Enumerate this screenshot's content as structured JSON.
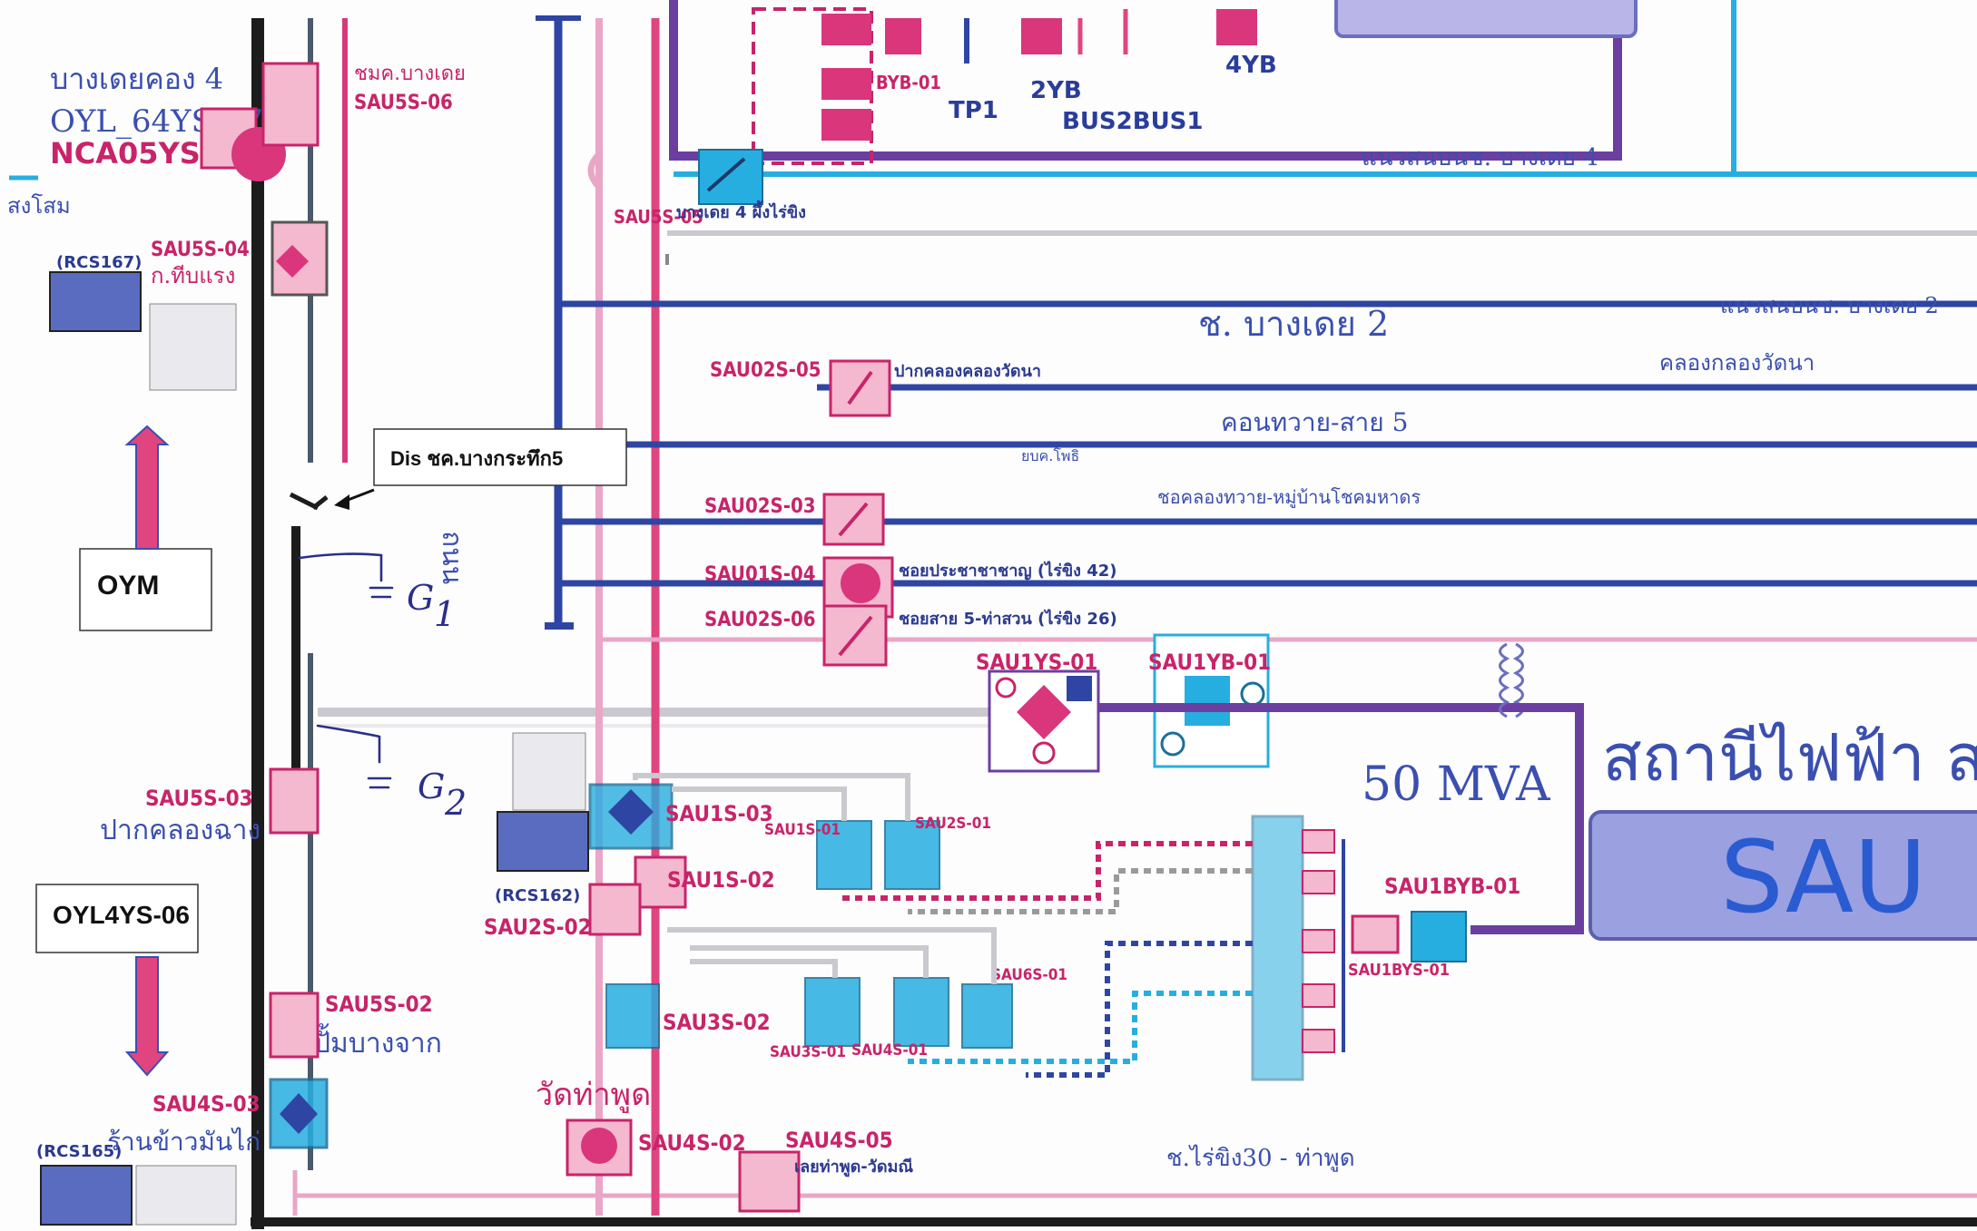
{
  "labels": {
    "oyl4ys07": "OYL_64YS-07",
    "nca05ys06": "NCA05YS-06",
    "thai_top_left": "บางเดยคอง 4",
    "thai_left_mid": "สงโสม",
    "rcs167": "(RCS167)",
    "sau5s04": "SAU5S-04",
    "sau5s04_thai": "ก.ทีบแรง",
    "sau5s06": "SAU5S-06",
    "sau5s06_thai": "ชมค.บางเดย",
    "sau5s05": "SAU5S-05",
    "sau5s05_thai": "บางเดย 4 ผึ้งไร่ขิง",
    "tp1": "TP1",
    "yb2": "2YB",
    "yb4": "4YB",
    "bus2bus1": "BUS2BUS1",
    "byb01": "BYB-01",
    "feeder_b4": "แนวสนบนช. บางเดย 4",
    "feeder_b2_label": "ช. บางเดย 2",
    "feeder_b2_right": "แนวสนบนช. บางเดย 2",
    "sau2s05": "SAU02S-05",
    "sau2s05_thai": "ปากคลองคลองวัดนา",
    "feeder_right_2": "คลองกลองวัดนา",
    "feeder_khon": "คอนทวาย-สาย 5",
    "sau2s03": "SAU02S-03",
    "feeder_khon2": "ชอคลองทวาย-หมู่บ้านโชคมหาดร",
    "sau1s04": "SAU01S-04",
    "sau1s04_thai": "ชอยประชาชาชาญ (ไร่ขิง 42)",
    "sau2s06": "SAU02S-06",
    "sau2s06_thai": "ชอยสาย 5-ท่าสวน (ไร่ขิง 26)",
    "rpx_small": "ยบค.โพธิ",
    "sau1ys01": "SAU1YS-01",
    "sau1yb01": "SAU1YB-01",
    "mva": "50 MVA",
    "station_thai": "สถานีไฟฟ้า สามพราน",
    "station_code": "SAU",
    "sau5s03": "SAU5S-03",
    "sau5s03_thai": "ปากคลองฉาง",
    "rcs162": "(RCS162)",
    "sau1s03": "SAU1S-03",
    "sau1s02": "SAU1S-02",
    "sau2s02": "SAU2S-02",
    "sau1s01": "SAU1S-01",
    "sau2s01": "SAU2S-01",
    "sau1byb01": "SAU1BYB-01",
    "sau1bys01": "SAU1BYS-01",
    "sau5s02": "SAU5S-02",
    "sau5s02_thai": "ปั้มบางจาก",
    "sau3s02": "SAU3S-02",
    "sau3s01": "SAU3S-01",
    "sau4s01": "SAU4S-01",
    "sau6s01": "SAU6S-01",
    "sau4s03": "SAU4S-03",
    "rcs165": "(RCS165)",
    "sau4s03_thai": "ร้านข้าวมันไก่",
    "wat": "วัดท่าพูด",
    "sau4s02": "SAU4S-02",
    "sau4s05": "SAU4S-05",
    "sau4s05_thai": "เลยท่าพูด-วัดมณี",
    "feeder_bottom": "ช.ไร่ขิง30 - ท่าพูด",
    "vertical_road": "ถนน",
    "g1": "G",
    "g1_sub": "1",
    "g2": "G",
    "g2_sub": "2"
  },
  "callouts": {
    "dis": "Dis ชค.บางกระทึก5",
    "oym": "OYM",
    "oyl4ys06": "OYL4YS-06"
  },
  "colors": {
    "pink_feeder": "#e0457f",
    "light_pink": "#e9a6c7",
    "navy": "#2f45a3",
    "purple": "#6b3fa0",
    "cyan": "#27aee0",
    "black_bus": "#1c1c1c",
    "station_fill": "#9aa0e0"
  }
}
